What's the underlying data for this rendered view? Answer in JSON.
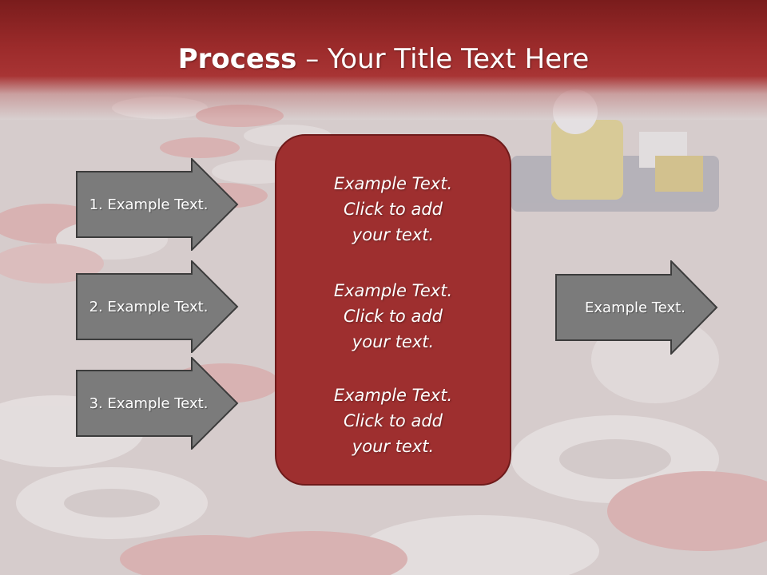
{
  "colors": {
    "header_top": "#7a1c1c",
    "header_bottom": "#a83434",
    "arrow_fill": "#7b7b7b",
    "arrow_stroke": "#3c3c3c",
    "center_fill": "#9e2f2f",
    "center_stroke": "#6e1a1a",
    "text": "#ffffff"
  },
  "background": {
    "icon": "go-kart-race-track-photo"
  },
  "title": {
    "bold": "Process",
    "rest": " – Your Title Text Here"
  },
  "left_arrows": [
    {
      "label": "1. Example Text."
    },
    {
      "label": "2. Example Text."
    },
    {
      "label": "3. Example Text."
    }
  ],
  "center": {
    "blocks": [
      {
        "text": "Example Text.\nClick  to add\nyour text."
      },
      {
        "text": "Example Text.\nClick  to add\nyour text."
      },
      {
        "text": "Example Text.\nClick  to add\nyour text."
      }
    ]
  },
  "right_arrow": {
    "label": "Example Text."
  }
}
